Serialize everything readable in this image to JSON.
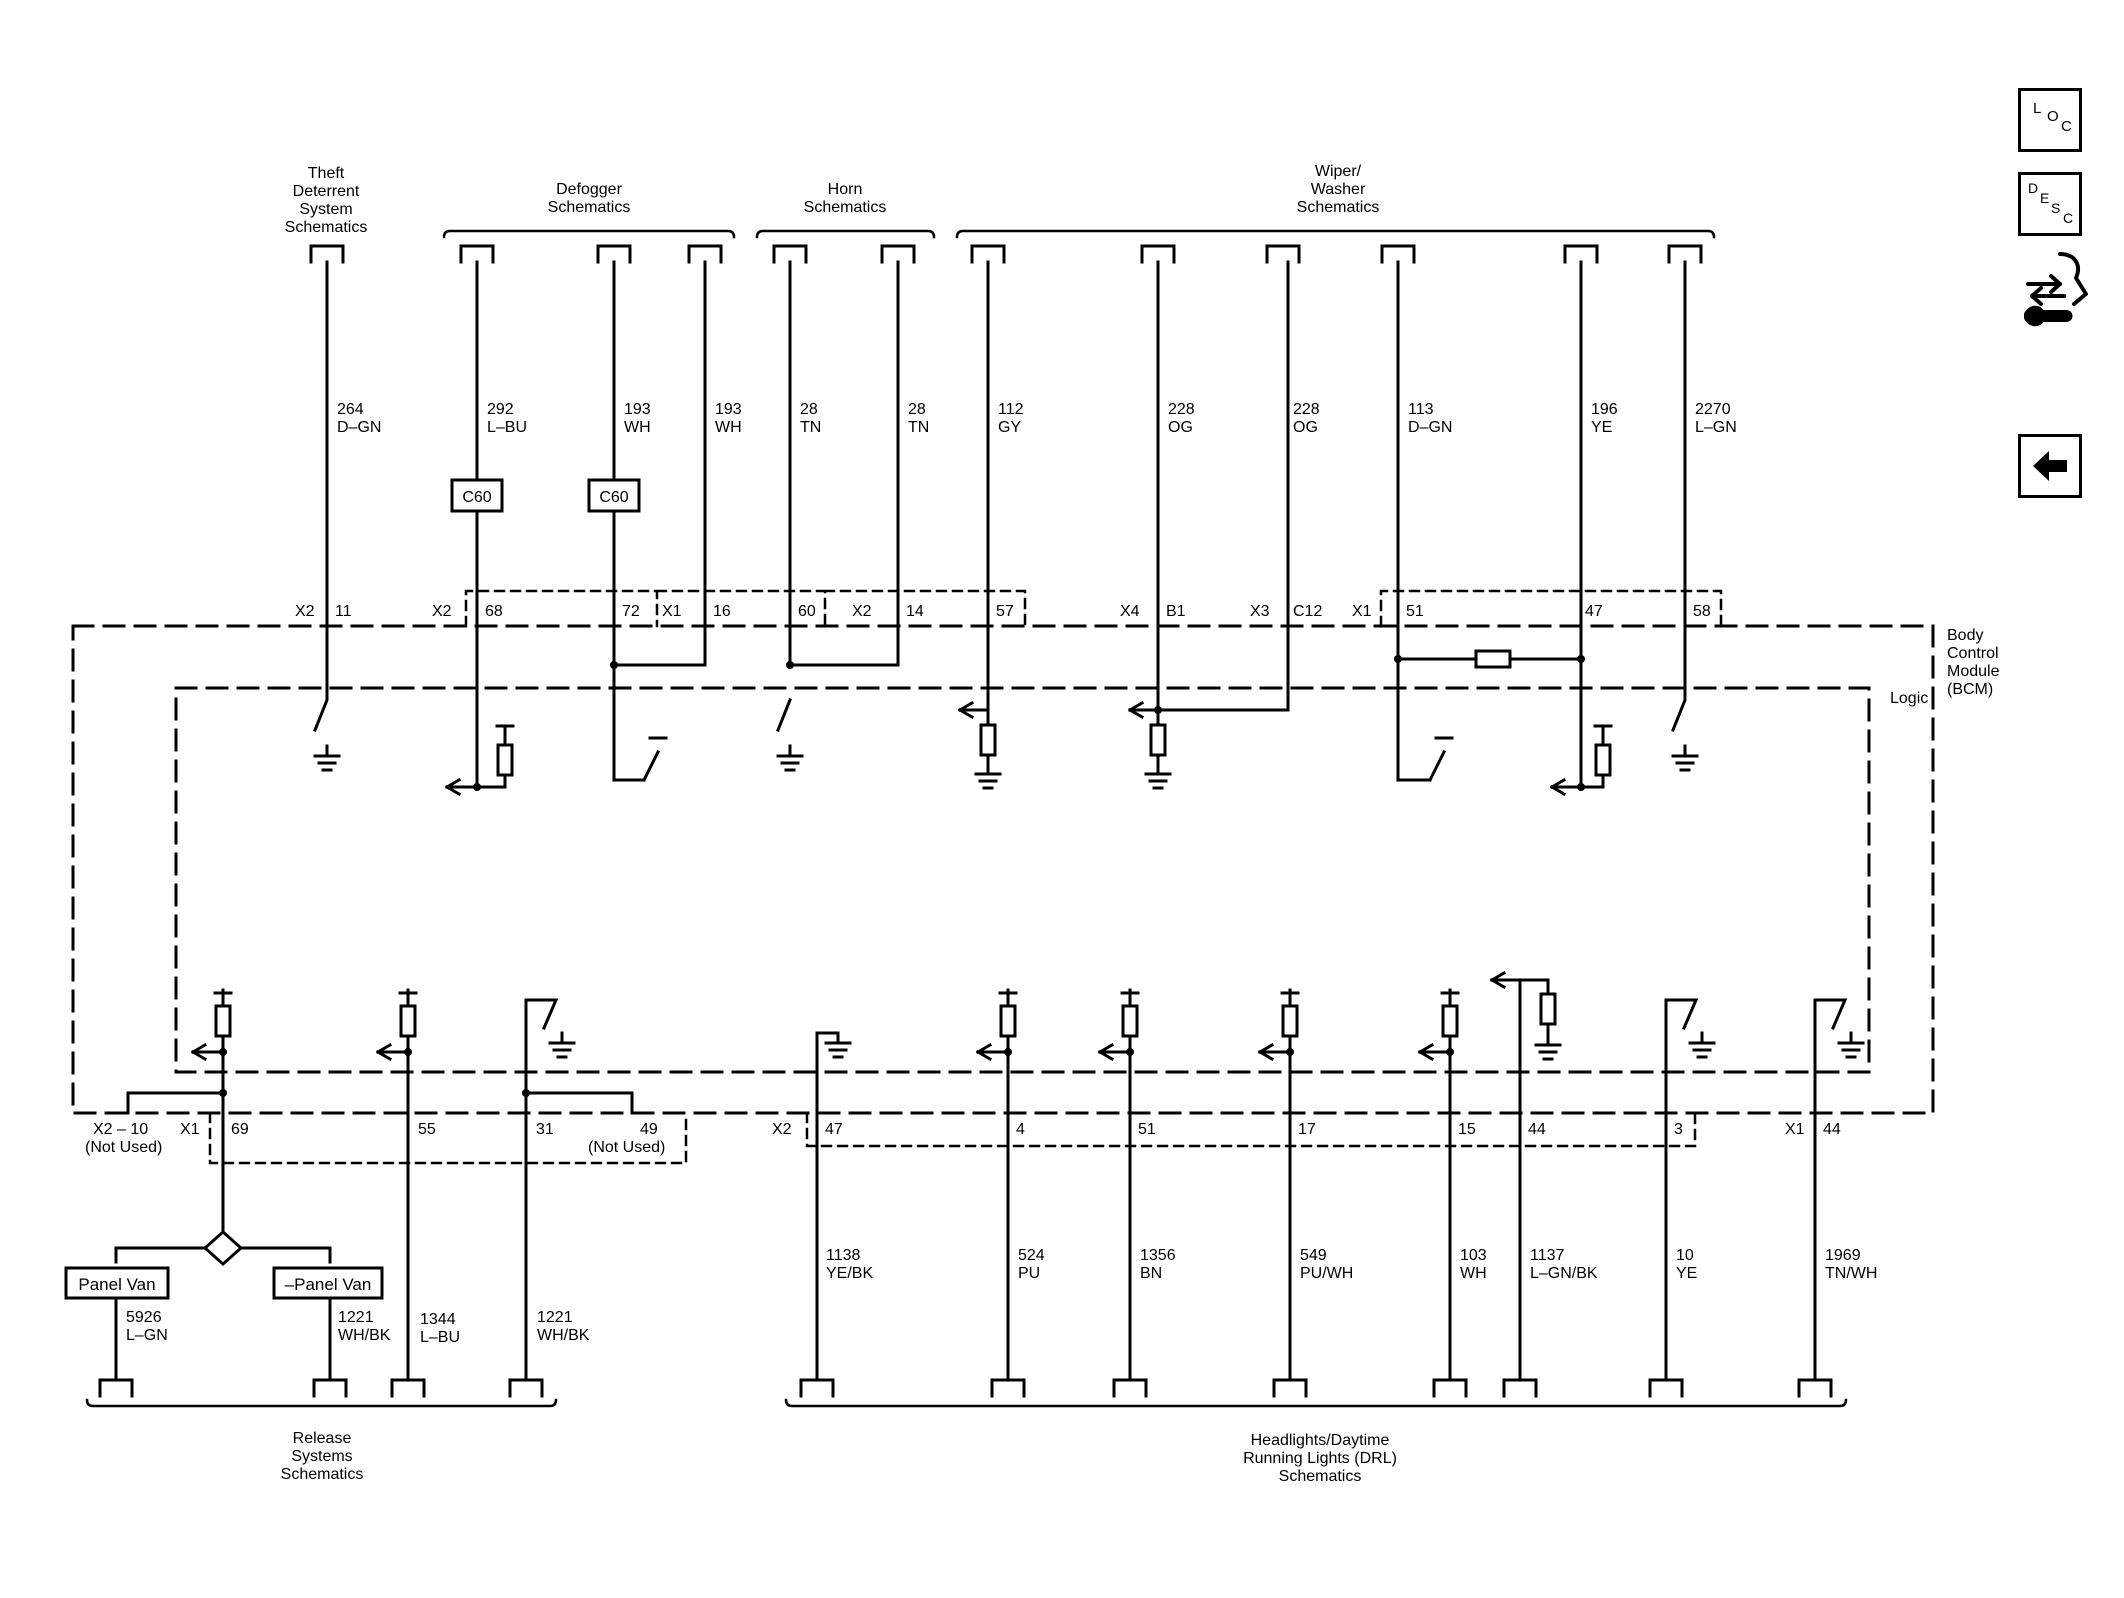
{
  "colors": {
    "wire": "#000000",
    "background": "#ffffff"
  },
  "module": {
    "name_lines": [
      "Body",
      "Control",
      "Module",
      "(BCM)"
    ],
    "logic_label": "Logic"
  },
  "top_groups": [
    {
      "lines": [
        "Theft",
        "Deterrent",
        "System",
        "Schematics"
      ]
    },
    {
      "lines": [
        "Defogger",
        "Schematics"
      ]
    },
    {
      "lines": [
        "Horn",
        "Schematics"
      ]
    },
    {
      "lines": [
        "Wiper/",
        "Washer",
        "Schematics"
      ]
    }
  ],
  "bottom_groups": [
    {
      "lines": [
        "Release",
        "Systems",
        "Schematics"
      ]
    },
    {
      "lines": [
        "Headlights/Daytime",
        "Running Lights (DRL)",
        "Schematics"
      ]
    }
  ],
  "top_wires": [
    {
      "circuit": "264",
      "color": "D–GN",
      "connector": "X2",
      "pin": "11",
      "inline": ""
    },
    {
      "circuit": "292",
      "color": "L–BU",
      "connector": "X2",
      "pin": "68",
      "inline": "C60"
    },
    {
      "circuit": "193",
      "color": "WH",
      "connector": "",
      "pin": "72",
      "inline": "C60"
    },
    {
      "circuit": "193",
      "color": "WH",
      "connector": "X1",
      "pin": "16",
      "inline": ""
    },
    {
      "circuit": "28",
      "color": "TN",
      "connector": "",
      "pin": "60",
      "inline": ""
    },
    {
      "circuit": "28",
      "color": "TN",
      "connector": "X2",
      "pin": "14",
      "inline": ""
    },
    {
      "circuit": "112",
      "color": "GY",
      "connector": "",
      "pin": "57",
      "inline": ""
    },
    {
      "circuit": "228",
      "color": "OG",
      "connector": "X4",
      "pin": "B1",
      "inline": ""
    },
    {
      "circuit": "228",
      "color": "OG",
      "connector": "X3",
      "pin": "C12",
      "inline": ""
    },
    {
      "circuit": "113",
      "color": "D–GN",
      "connector": "X1",
      "pin": "51",
      "inline": ""
    },
    {
      "circuit": "196",
      "color": "YE",
      "connector": "",
      "pin": "47",
      "inline": ""
    },
    {
      "circuit": "2270",
      "color": "L–GN",
      "connector": "",
      "pin": "58",
      "inline": ""
    }
  ],
  "bottom_pins": [
    {
      "connector": "X2 – 10",
      "pin": "",
      "note": "(Not Used)"
    },
    {
      "connector": "X1",
      "pin": "69",
      "note": ""
    },
    {
      "connector": "",
      "pin": "55",
      "note": ""
    },
    {
      "connector": "",
      "pin": "31",
      "note": ""
    },
    {
      "connector": "",
      "pin": "49",
      "note": "(Not Used)"
    },
    {
      "connector": "X2",
      "pin": "47",
      "note": ""
    },
    {
      "connector": "",
      "pin": "4",
      "note": ""
    },
    {
      "connector": "",
      "pin": "51",
      "note": ""
    },
    {
      "connector": "",
      "pin": "17",
      "note": ""
    },
    {
      "connector": "",
      "pin": "15",
      "note": ""
    },
    {
      "connector": "",
      "pin": "44",
      "note": ""
    },
    {
      "connector": "",
      "pin": "3",
      "note": ""
    },
    {
      "connector": "X1",
      "pin": "44",
      "note": ""
    }
  ],
  "bottom_wires": [
    {
      "circuit": "5926",
      "color": "L–GN"
    },
    {
      "circuit": "1221",
      "color": "WH/BK"
    },
    {
      "circuit": "1344",
      "color": "L–BU"
    },
    {
      "circuit": "1221",
      "color": "WH/BK"
    },
    {
      "circuit": "1138",
      "color": "YE/BK"
    },
    {
      "circuit": "524",
      "color": "PU"
    },
    {
      "circuit": "1356",
      "color": "BN"
    },
    {
      "circuit": "549",
      "color": "PU/WH"
    },
    {
      "circuit": "103",
      "color": "WH"
    },
    {
      "circuit": "1137",
      "color": "L–GN/BK"
    },
    {
      "circuit": "10",
      "color": "YE"
    },
    {
      "circuit": "1969",
      "color": "TN/WH"
    }
  ],
  "options": {
    "left": "Panel Van",
    "right": "–Panel Van"
  },
  "nav": {
    "loc": [
      "L",
      "O",
      "C"
    ],
    "desc": [
      "D",
      "E",
      "S",
      "C"
    ],
    "icons": [
      "location-nav-icon",
      "description-nav-icon",
      "connector-tool-icon",
      "back-arrow-icon"
    ]
  }
}
